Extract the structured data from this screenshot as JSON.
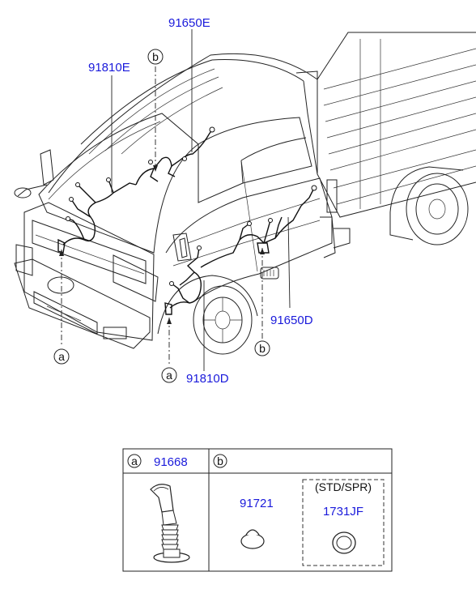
{
  "callouts": {
    "top_harness": "91650E",
    "left_harness": "91810E",
    "right_harness": "91650D",
    "bottom_harness": "91810D",
    "ref_a": "a",
    "ref_b": "b"
  },
  "parts_table": {
    "col_a": {
      "ref": "a",
      "part_no": "91668"
    },
    "col_b": {
      "ref": "b",
      "part_no": "91721",
      "option_label": "(STD/SPR)",
      "option_part_no": "1731JF"
    }
  },
  "colors": {
    "part_number": "#1a1adb",
    "line": "#222222"
  }
}
